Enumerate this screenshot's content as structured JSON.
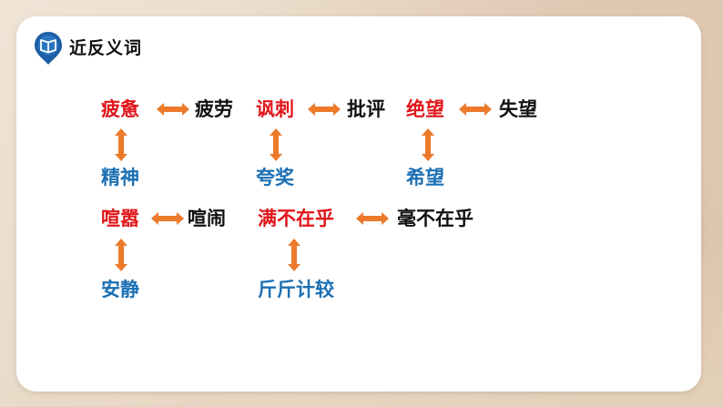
{
  "header": {
    "title": "近反义词"
  },
  "colors": {
    "synonym_source": "#e0161b",
    "synonym": "#111111",
    "antonym": "#1b6fb3",
    "arrow": "#ec7a2a",
    "icon": "#1d5fa5"
  },
  "groups": [
    {
      "word": "疲惫",
      "synonym": "疲劳",
      "antonym": "精神"
    },
    {
      "word": "讽刺",
      "synonym": "批评",
      "antonym": "夸奖"
    },
    {
      "word": "绝望",
      "synonym": "失望",
      "antonym": "希望"
    },
    {
      "word": "喧嚣",
      "synonym": "喧闹",
      "antonym": "安静"
    },
    {
      "word": "满不在乎",
      "synonym": "毫不在乎",
      "antonym": "斤斤计较"
    }
  ]
}
